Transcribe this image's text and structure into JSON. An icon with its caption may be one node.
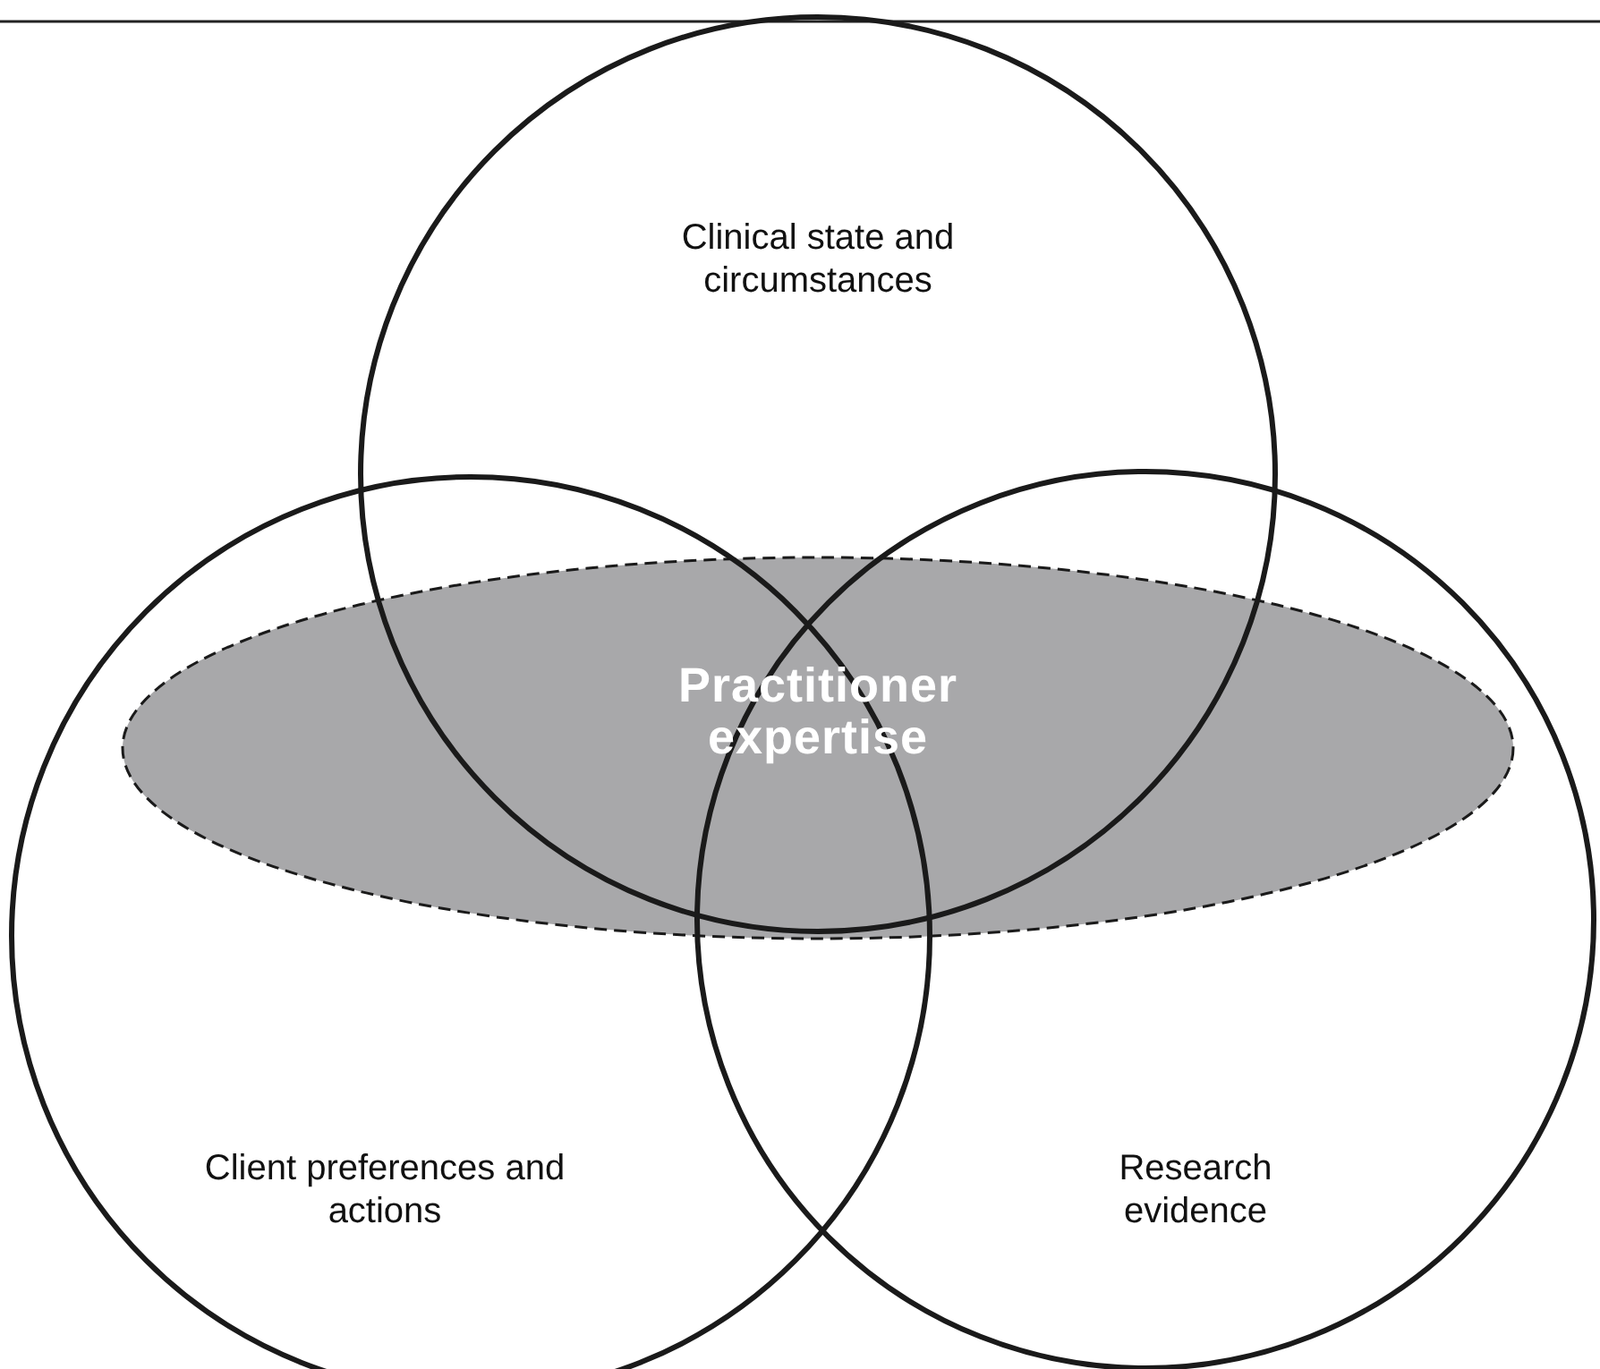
{
  "diagram": {
    "nodes": [
      {
        "text": [
          "Clinical state and circumstances"
        ]
      },
      {
        "text": [
          "Practitioner expertise"
        ]
      },
      {
        "text": [
          "Client preferences and actions"
        ]
      },
      {
        "text": [
          "Research evidence"
        ]
      }
    ]
  }
}
